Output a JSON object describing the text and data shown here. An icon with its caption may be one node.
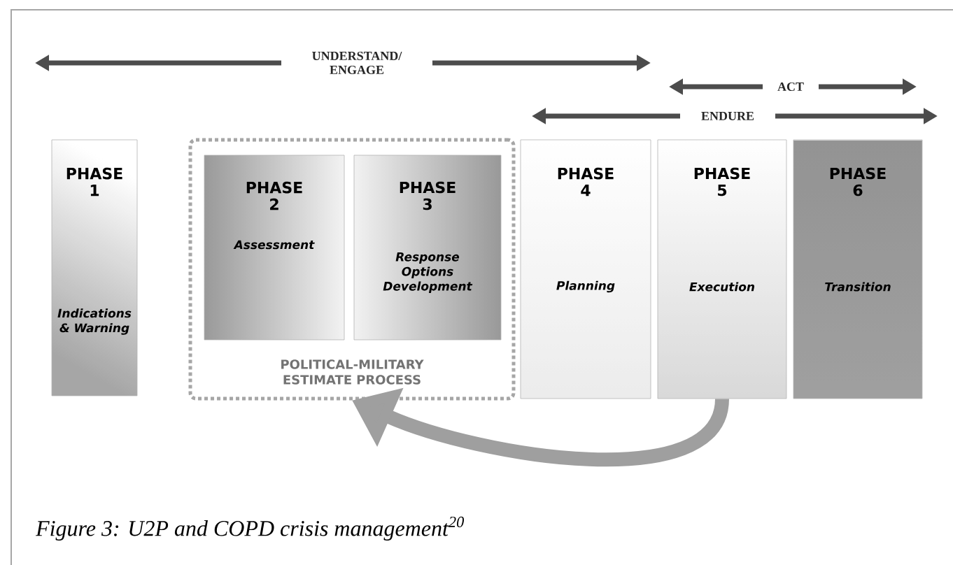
{
  "diagram": {
    "caption": "Figure 3: U2P and COPD crisis management$^{20}$",
    "nodes": [
      {
        "text": [
          "PHASE 1",
          "Indications & Warning"
        ]
      },
      {
        "text": [
          "POLITICAL-MILITARY ESTIMATE PROCESS"
        ]
      },
      {
        "text": [
          "PHASE 2",
          "Assessment"
        ],
        "in": 1
      },
      {
        "text": [
          "PHASE 3",
          "Response Options Development"
        ],
        "in": 1
      },
      {
        "text": [
          "PHASE 4",
          "Planning"
        ]
      },
      {
        "text": [
          "PHASE 5",
          "Execution"
        ]
      },
      {
        "text": [
          "PHASE 6",
          "Transition"
        ]
      }
    ],
    "edges": [
      {
        "from": 5,
        "to": 1,
        "arrow": "to"
      }
    ],
    "labels": [
      "UNDERSTAND/ ENGAGE",
      "ACT",
      "ENDURE"
    ]
  }
}
